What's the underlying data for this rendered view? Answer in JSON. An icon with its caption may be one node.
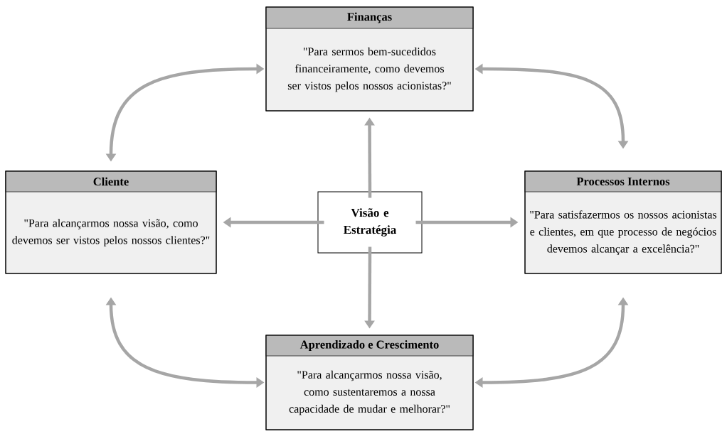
{
  "diagram": {
    "nodes": [
      {
        "text": [
          "Finanças",
          "\"Para sermos bem-sucedidos financeiramente, como devemos ser vistos pelos nossos acionistas?\""
        ]
      },
      {
        "text": [
          "Cliente",
          "\"Para alcançarmos nossa visão, como devemos ser vistos pelos nossos clientes?\""
        ]
      },
      {
        "text": [
          "Visão e Estratégia"
        ]
      },
      {
        "text": [
          "Processos Internos",
          "\"Para satisfazermos os nossos acionistas e clientes, em que processo de negócios devemos alcançar a excelência?\""
        ]
      },
      {
        "text": [
          "Aprendizado e Crescimento",
          "\"Para alcançarmos nossa visão, como sustentaremos a nossa capacidade de mudar e melhorar?\""
        ]
      }
    ],
    "edges": [
      {
        "from": 2,
        "to": 0,
        "arrow": "to"
      },
      {
        "from": 2,
        "to": 1,
        "arrow": "to"
      },
      {
        "from": 2,
        "to": 3,
        "arrow": "to"
      },
      {
        "from": 2,
        "to": 4,
        "arrow": "to"
      },
      {
        "from": 1,
        "to": 0,
        "arrow": "both"
      },
      {
        "from": 0,
        "to": 3,
        "arrow": "both"
      },
      {
        "from": 3,
        "to": 4,
        "arrow": "both"
      },
      {
        "from": 4,
        "to": 1,
        "arrow": "both"
      }
    ]
  }
}
